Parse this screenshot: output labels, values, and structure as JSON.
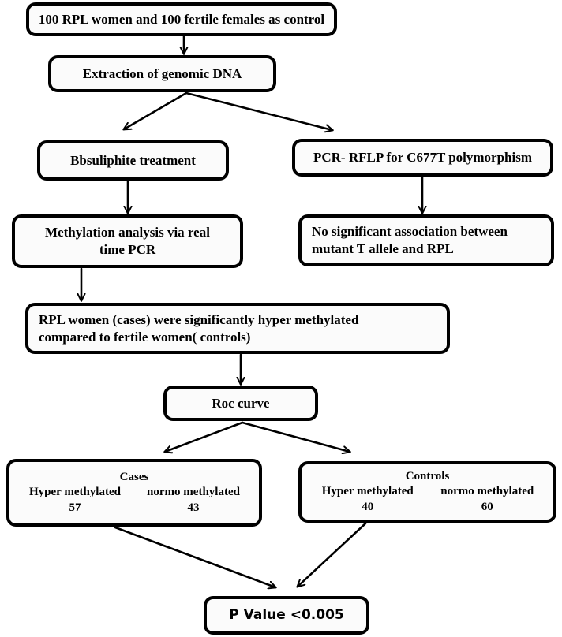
{
  "diagram": {
    "title": "Study workflow flowchart",
    "style": {
      "box_fill": "#fbfbfb",
      "box_stroke": "#000000",
      "arrow_color": "#000000"
    },
    "nodes": {
      "cohort": {
        "text": "100 RPL women and 100 fertile females as control"
      },
      "extraction": {
        "text": "Extraction of genomic DNA"
      },
      "bisulphite": {
        "text": "Bbsuliphite treatment"
      },
      "pcr_rflp": {
        "text": "PCR- RFLP for C677T polymorphism"
      },
      "methylation": {
        "line1": "Methylation analysis via real",
        "line2": "time PCR"
      },
      "no_significance": {
        "line1": "No  significant  association  between",
        "line2": "mutant  T allele and RPL"
      },
      "hyper_methylated": {
        "line1": "RPL   women   (cases)   were   significantly   hyper   methylated",
        "line2": "compared to fertile women( controls)"
      },
      "roc": {
        "text": "Roc curve"
      },
      "cases": {
        "title": "Cases",
        "col1_label": "Hyper methylated",
        "col2_label": "normo methylated",
        "col1_value": "57",
        "col2_value": "43"
      },
      "controls": {
        "title": "Controls",
        "col1_label": "Hyper methylated",
        "col2_label": "normo methylated",
        "col1_value": "40",
        "col2_value": "60"
      },
      "p_value": {
        "text": "P Value <0.005"
      }
    },
    "edges": [
      {
        "name": "cohort-to-extraction",
        "from": "cohort",
        "to": "extraction",
        "kind": "straight-down"
      },
      {
        "name": "extraction-to-bisulphite",
        "from": "extraction",
        "to": "bisulphite",
        "kind": "branch-left"
      },
      {
        "name": "extraction-to-pcr-rflp",
        "from": "extraction",
        "to": "pcr_rflp",
        "kind": "branch-right"
      },
      {
        "name": "bisulphite-to-methylation",
        "from": "bisulphite",
        "to": "methylation",
        "kind": "straight-down"
      },
      {
        "name": "pcr-rflp-to-no-significance",
        "from": "pcr_rflp",
        "to": "no_significance",
        "kind": "straight-down"
      },
      {
        "name": "methylation-to-hyper-methylated",
        "from": "methylation",
        "to": "hyper_methylated",
        "kind": "straight-down"
      },
      {
        "name": "hyper-methylated-to-roc",
        "from": "hyper_methylated",
        "to": "roc",
        "kind": "straight-down"
      },
      {
        "name": "roc-to-cases",
        "from": "roc",
        "to": "cases",
        "kind": "branch-left"
      },
      {
        "name": "roc-to-controls",
        "from": "roc",
        "to": "controls",
        "kind": "branch-right"
      },
      {
        "name": "cases-to-p-value",
        "from": "cases",
        "to": "p_value",
        "kind": "merge-right-down"
      },
      {
        "name": "controls-to-p-value",
        "from": "controls",
        "to": "p_value",
        "kind": "merge-left-down"
      }
    ]
  }
}
